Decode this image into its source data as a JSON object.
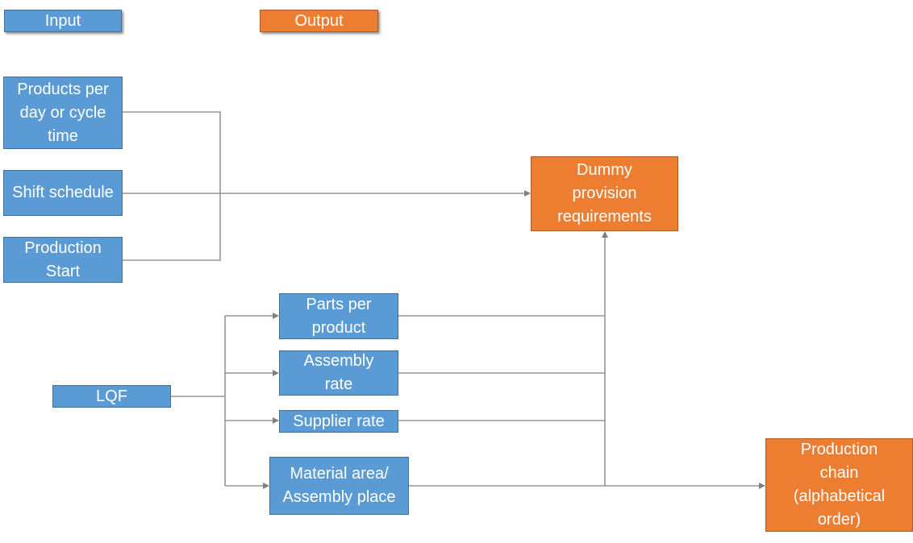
{
  "legend": {
    "input": "Input",
    "output": "Output"
  },
  "inputs": {
    "products_per_day": "Products per day or cycle time",
    "shift_schedule": "Shift schedule",
    "production_start": "Production Start",
    "lqf": "LQF",
    "parts_per_product": "Parts per product",
    "assembly_rate": "Assembly rate",
    "supplier_rate": "Supplier rate",
    "material_area": "Material area/ Assembly place"
  },
  "outputs": {
    "dummy_provision": "Dummy provision requirements",
    "production_chain": "Production chain (alphabetical order)"
  },
  "colors": {
    "input_fill": "#5B9BD5",
    "output_fill": "#ED7D31",
    "connector": "#808080"
  }
}
